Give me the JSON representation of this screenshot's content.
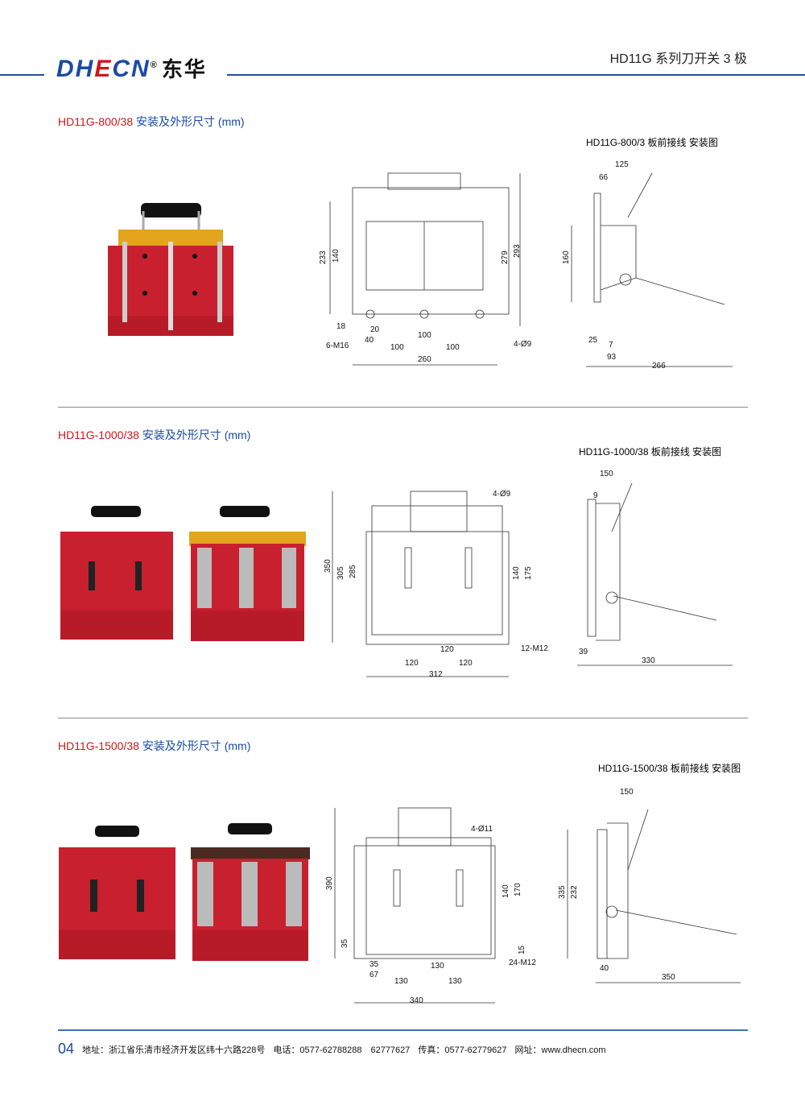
{
  "header": {
    "logo_latin": "DHECN",
    "logo_cn": "东华",
    "title": "HD11G 系列刀开关 3 极"
  },
  "sections": [
    {
      "model": "HD11G-800/38",
      "caption": "安装及外形尺寸 (mm)",
      "front_dims": [
        "233",
        "140",
        "279",
        "293",
        "18",
        "20",
        "40",
        "6-M16",
        "100",
        "100",
        "100",
        "260",
        "4-Ø9"
      ],
      "side_title": "HD11G-800/3 板前接线 安装图",
      "side_dims": [
        "125",
        "66",
        "160",
        "25",
        "7",
        "93",
        "266"
      ]
    },
    {
      "model": "HD11G-1000/38",
      "caption": "安装及外形尺寸 (mm)",
      "front_dims": [
        "4-Ø9",
        "350",
        "305",
        "285",
        "140",
        "175",
        "120",
        "120",
        "120",
        "312",
        "12-M12"
      ],
      "side_title": "HD11G-1000/38 板前接线 安装图",
      "side_dims": [
        "150",
        "9",
        "39",
        "330"
      ]
    },
    {
      "model": "HD11G-1500/38",
      "caption": "安装及外形尺寸 (mm)",
      "front_dims": [
        "4-Ø11",
        "390",
        "140",
        "170",
        "35",
        "35",
        "67",
        "130",
        "130",
        "130",
        "340",
        "15",
        "24-M12"
      ],
      "side_title": "HD11G-1500/38 板前接线 安装图",
      "side_dims": [
        "150",
        "335",
        "232",
        "40",
        "350"
      ]
    }
  ],
  "footer": {
    "page": "04",
    "address": "地址：浙江省乐清市经济开发区纬十六路228号",
    "phone": "电话：0577-62788288　62777627",
    "fax": "传真：0577-62779627",
    "web": "网址：www.dhecn.com"
  },
  "colors": {
    "brand_blue": "#1a4aa6",
    "brand_red": "#d0161b",
    "product_red": "#c8202e"
  }
}
